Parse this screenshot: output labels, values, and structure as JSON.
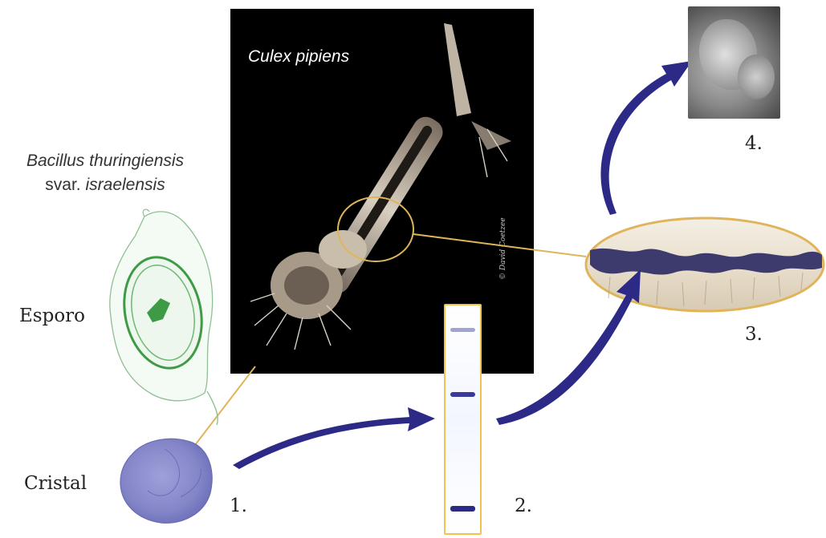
{
  "photo": {
    "title": "Culex pipiens",
    "watermark": "© David Coetzee"
  },
  "species": {
    "line1": "Bacillus thuringiensis",
    "line2_prefix": "svar.",
    "line2_italic": "israelensis"
  },
  "labels": {
    "spore": "Esporo",
    "crystal": "Cristal"
  },
  "steps": {
    "s1": "1.",
    "s2": "2.",
    "s3": "3.",
    "s4": "4."
  },
  "colors": {
    "arrow": "#2d2a87",
    "highlight": "#e0b45a",
    "spore_green": "#3f9a46",
    "crystal_blue": "#7c7ec6",
    "gel_border": "#f0c24f"
  }
}
